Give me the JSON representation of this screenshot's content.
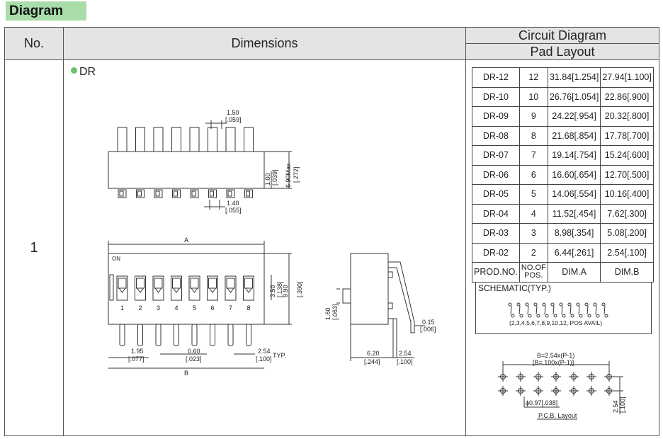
{
  "section_tag": "Diagram",
  "header": {
    "no": "No.",
    "dimensions": "Dimensions",
    "circuit": "Circuit Diagram",
    "pad": "Pad Layout"
  },
  "row": {
    "number": "1",
    "series": "DR"
  },
  "dims": {
    "pitch_top": "1.50",
    "pitch_top_in": "[.059]",
    "h1": "1.00",
    "h1_in": "[.039]",
    "h_max": "6.90Max",
    "h_max_in": "[.272]",
    "pin_w": "1.40",
    "pin_w_in": "[.055]",
    "dim_a": "A",
    "dim_b": "B",
    "on": "ON",
    "sw_h": "3.50",
    "sw_h_in": "[.138]",
    "body_h": "9.90",
    "body_h_in": "[.390]",
    "edge": "1.95",
    "edge_in": "[.077]",
    "pin_t": "0.60",
    "pin_t_in": "[.023]",
    "pitch": "2.54",
    "pitch_in": "[.100]",
    "typ": "TYP.",
    "side_h": "1.60",
    "side_h_in": "[.063]",
    "lead_t": "0.15",
    "lead_t_in": "[.006]",
    "side_w": "6.20",
    "side_w_in": "[.244]",
    "side_p": "2.54",
    "side_p_in": "[.100]",
    "switch_numbers": [
      "1",
      "2",
      "3",
      "4",
      "5",
      "6",
      "7",
      "8"
    ]
  },
  "spec_table": {
    "rows": [
      [
        "DR-12",
        "12",
        "31.84[1.254]",
        "27.94[1.100]"
      ],
      [
        "DR-10",
        "10",
        "26.76[1.054]",
        "22.86[.900]"
      ],
      [
        "DR-09",
        "9",
        "24.22[.954]",
        "20.32[.800]"
      ],
      [
        "DR-08",
        "8",
        "21.68[.854]",
        "17.78[.700]"
      ],
      [
        "DR-07",
        "7",
        "19.14[.754]",
        "15.24[.600]"
      ],
      [
        "DR-06",
        "6",
        "16.60[.654]",
        "12.70[.500]"
      ],
      [
        "DR-05",
        "5",
        "14.06[.554]",
        "10.16[.400]"
      ],
      [
        "DR-04",
        "4",
        "11.52[.454]",
        "7.62[.300]"
      ],
      [
        "DR-03",
        "3",
        "8.98[.354]",
        "5.08[.200]"
      ],
      [
        "DR-02",
        "2",
        "6.44[.261]",
        "2.54[.100]"
      ]
    ],
    "head": [
      "PROD.NO.",
      "NO.OF POS.",
      "DIM.A",
      "DIM.B"
    ]
  },
  "schematic": {
    "title": "SCHEMATIC(TYP.)",
    "note": "(2,3,4,5,6,7,8,9,10,12, POS AVAIL)"
  },
  "pcb": {
    "b_formula": "B=2.54x(P-1)",
    "b_formula_in": "[B=.100x(P-1)]",
    "hole": "ϕ0.97[.038]",
    "pitch": "2.54",
    "pitch_in": "[.100]",
    "label": "P.C.B. Layout"
  },
  "colors": {
    "tag_bg": "#a8dca8",
    "header_bg": "#e4e4e4",
    "bullet": "#6cc36c"
  }
}
